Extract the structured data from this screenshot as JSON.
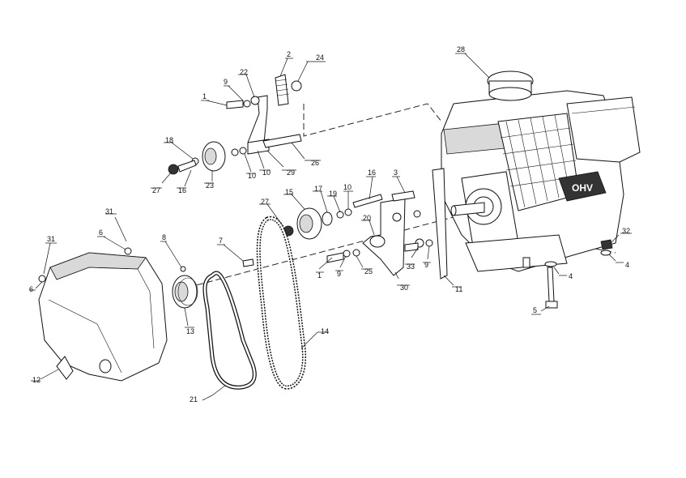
{
  "diagram": {
    "engine_label": "OHV",
    "callouts": [
      "1",
      "1",
      "2",
      "3",
      "4",
      "4",
      "5",
      "6",
      "6",
      "7",
      "8",
      "9",
      "9",
      "9",
      "10",
      "10",
      "10",
      "11",
      "12",
      "13",
      "14",
      "15",
      "16",
      "16",
      "17",
      "18",
      "19",
      "20",
      "21",
      "22",
      "23",
      "24",
      "25",
      "26",
      "27",
      "27",
      "28",
      "29",
      "30",
      "31",
      "31",
      "32",
      "33"
    ]
  }
}
